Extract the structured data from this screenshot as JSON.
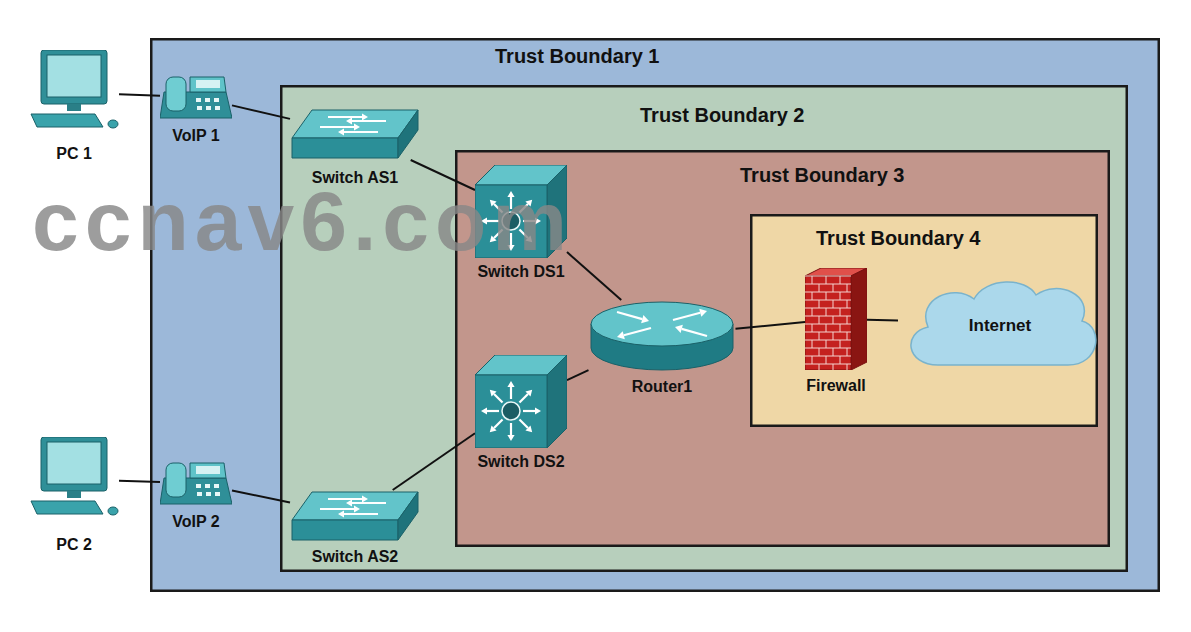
{
  "diagram": {
    "nodes": [
      {
        "text": [
          "Trust Boundary 1"
        ]
      },
      {
        "text": [
          "Trust Boundary 2"
        ],
        "in": 0
      },
      {
        "text": [
          "Trust Boundary 3"
        ],
        "in": 1
      },
      {
        "text": [
          "Trust Boundary 4"
        ],
        "in": 2
      },
      {
        "text": [
          "PC 1"
        ]
      },
      {
        "text": [
          "VoIP 1"
        ],
        "in": 0
      },
      {
        "text": [
          "Switch AS1"
        ],
        "in": 1
      },
      {
        "text": [
          "Switch DS1"
        ],
        "in": 2
      },
      {
        "text": [
          "Router1"
        ],
        "in": 2
      },
      {
        "text": [
          "Firewall"
        ],
        "in": 3
      },
      {
        "text": [
          "Internet"
        ],
        "in": 3
      },
      {
        "text": [
          "Switch DS2"
        ],
        "in": 2
      },
      {
        "text": [
          "PC 2"
        ]
      },
      {
        "text": [
          "VoIP 2"
        ],
        "in": 0
      },
      {
        "text": [
          "Switch AS2"
        ],
        "in": 1
      }
    ],
    "edges": [
      {
        "from": 4,
        "to": 5,
        "arrow": "none"
      },
      {
        "from": 5,
        "to": 6,
        "arrow": "none"
      },
      {
        "from": 6,
        "to": 7,
        "arrow": "none"
      },
      {
        "from": 7,
        "to": 8,
        "arrow": "none"
      },
      {
        "from": 8,
        "to": 9,
        "arrow": "none"
      },
      {
        "from": 9,
        "to": 10,
        "arrow": "none"
      },
      {
        "from": 11,
        "to": 8,
        "arrow": "none"
      },
      {
        "from": 14,
        "to": 11,
        "arrow": "none"
      },
      {
        "from": 13,
        "to": 14,
        "arrow": "none"
      },
      {
        "from": 12,
        "to": 13,
        "arrow": "none"
      }
    ],
    "labels": [
      "ccnav6.com"
    ]
  }
}
